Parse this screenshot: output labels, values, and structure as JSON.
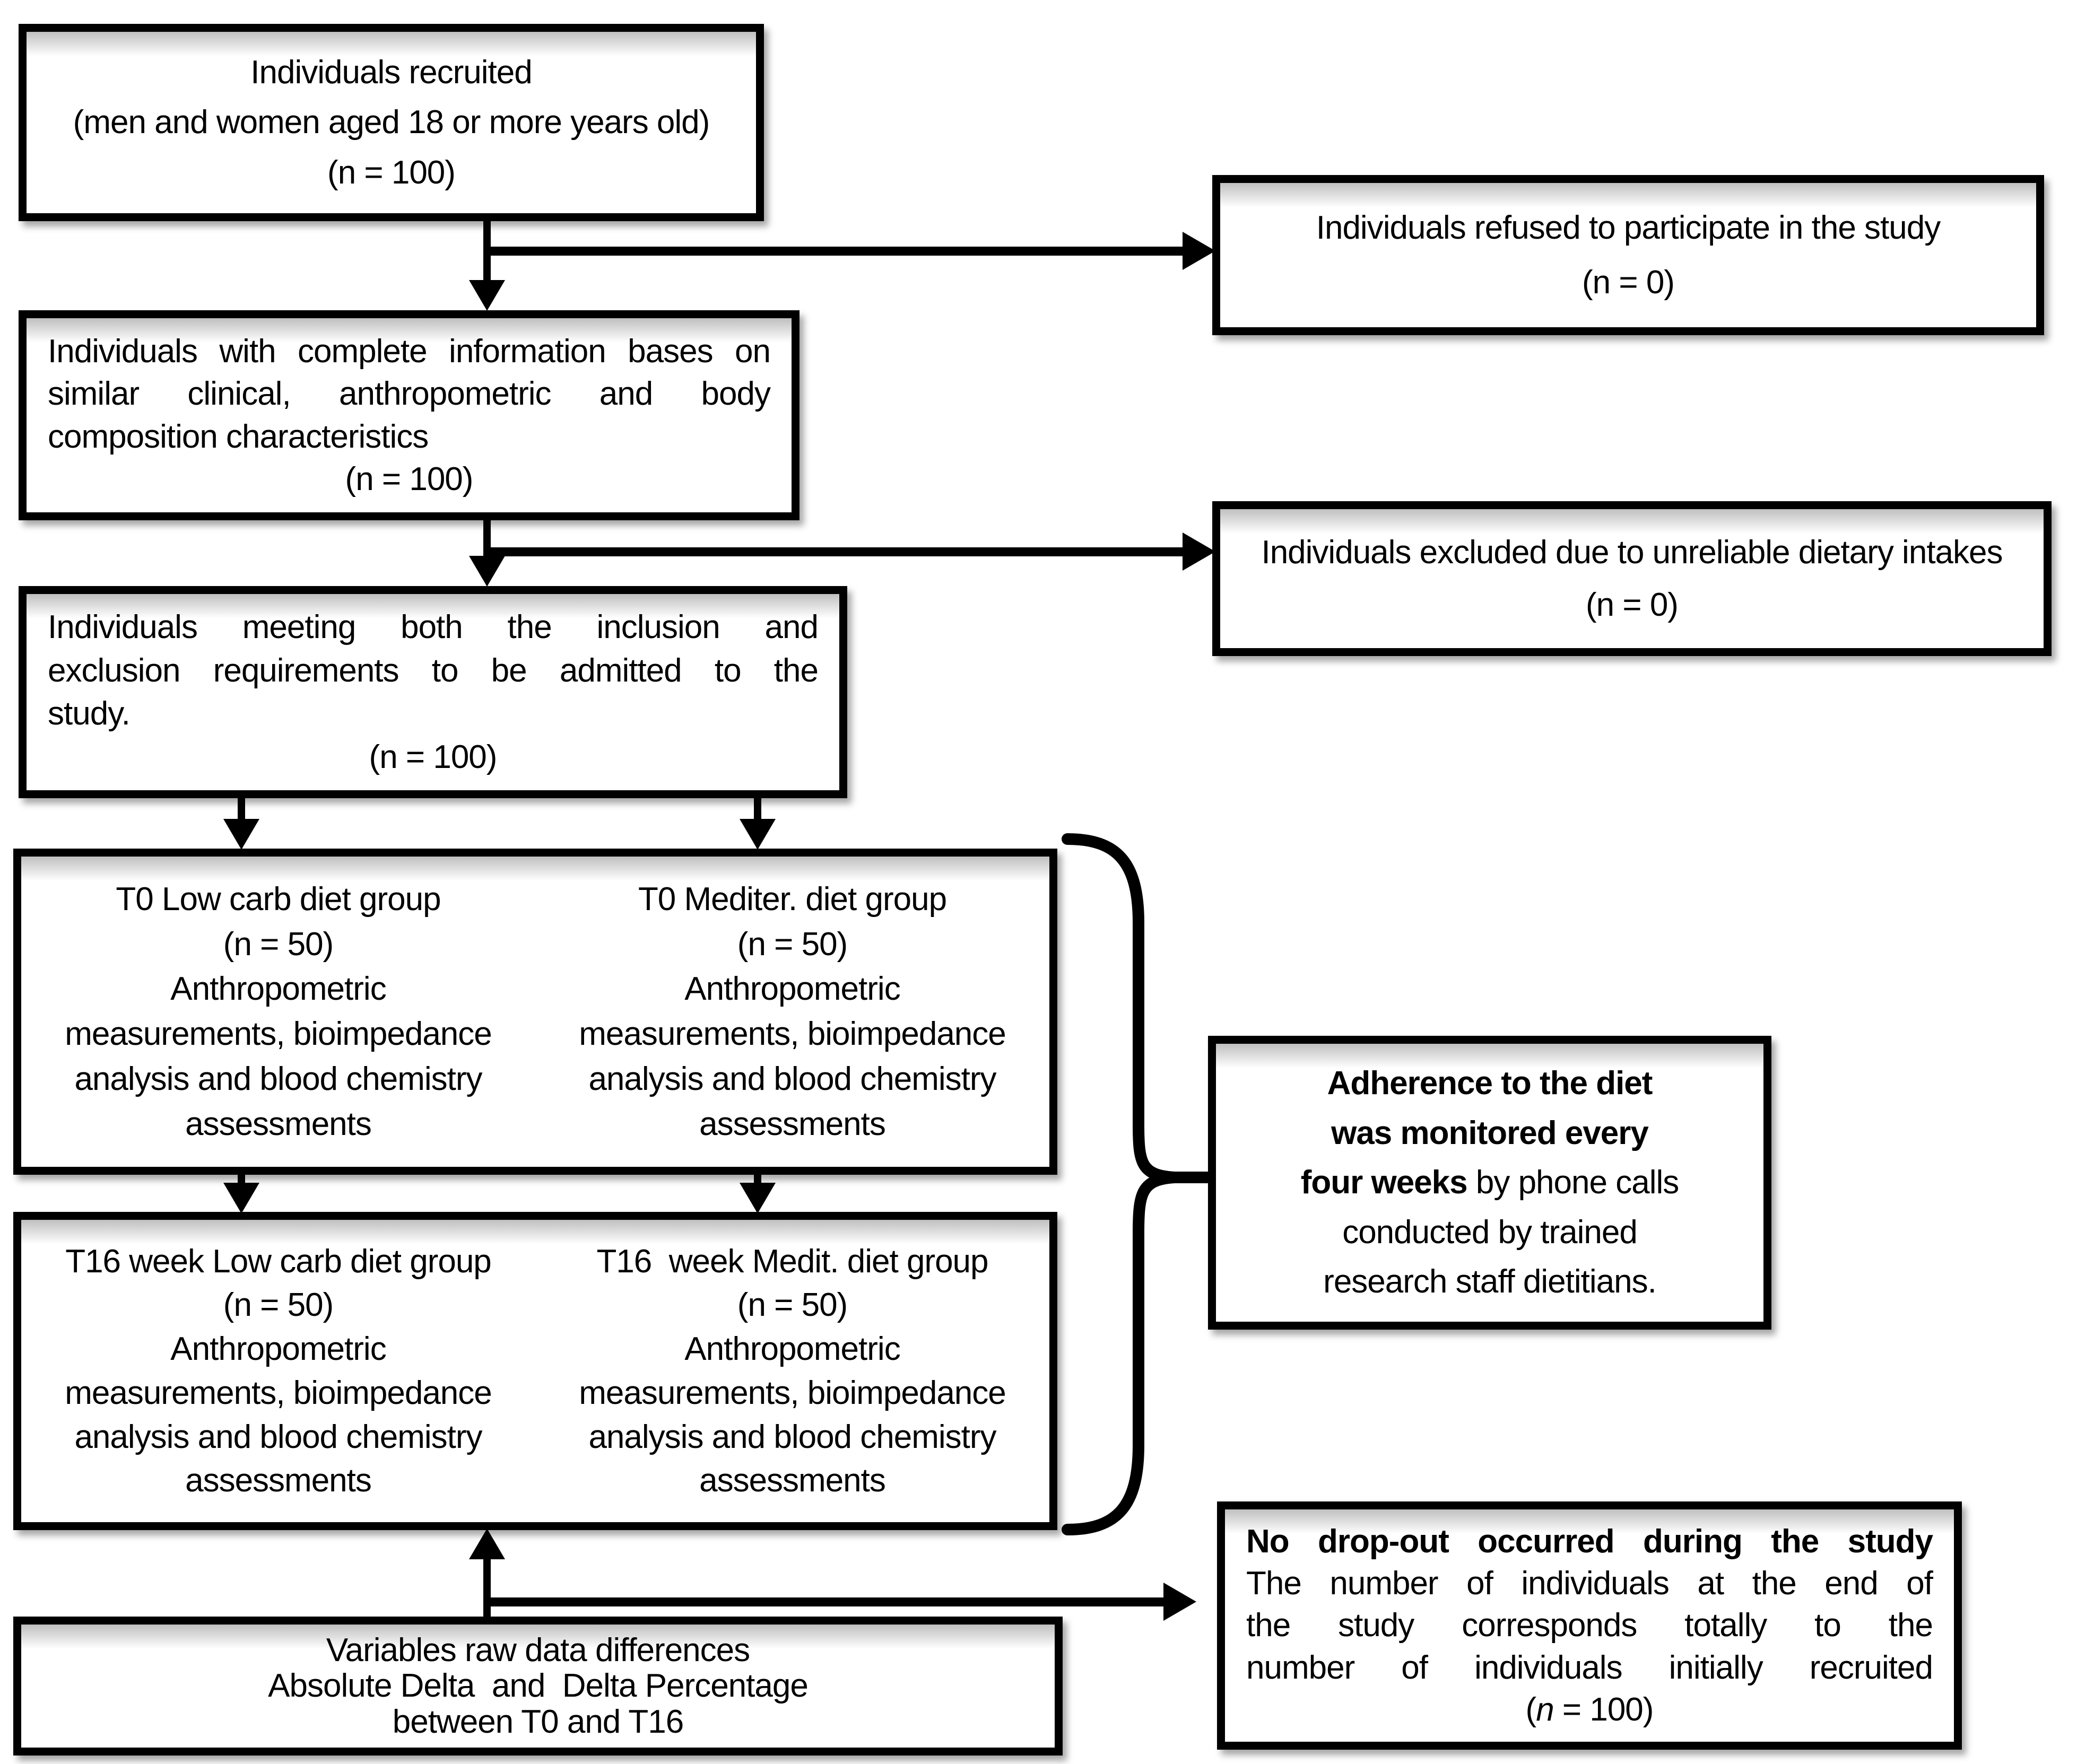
{
  "colors": {
    "ink": "#000000",
    "paper": "#ffffff"
  },
  "boxes": {
    "recruited": {
      "l1": "Individuals recruited",
      "l2": "(men and women aged 18 or more years old)",
      "l3": "(n = 100)"
    },
    "refused": {
      "l1": "Individuals refused to participate in the study",
      "l2": "(n = 0)"
    },
    "complete_info": {
      "l1": "Individuals with complete information bases on",
      "l2": "similar clinical, anthropometric and body",
      "l3": "composition characteristics",
      "l4": "(n = 100)"
    },
    "excluded": {
      "l1": "Individuals excluded due to unreliable dietary intakes",
      "l2": "(n = 0)"
    },
    "meeting": {
      "l1": "Individuals meeting both the inclusion and",
      "l2": "exclusion requirements to be admitted to the",
      "l3": "study.",
      "l4": "(n = 100)"
    },
    "t0_low_carb": {
      "title": "T0 Low carb diet group",
      "n": "(n = 50)",
      "d1": "Anthropometric",
      "d2": "measurements, bioimpedance",
      "d3": "analysis and blood chemistry",
      "d4": "assessments"
    },
    "t0_mediter": {
      "title": "T0 Mediter. diet group",
      "n": "(n = 50)",
      "d1": "Anthropometric",
      "d2": "measurements, bioimpedance",
      "d3": "analysis and blood chemistry",
      "d4": "assessments"
    },
    "t16_low_carb": {
      "title": "T16 week Low carb diet group",
      "n": "(n = 50)",
      "d1": "Anthropometric",
      "d2": "measurements, bioimpedance",
      "d3": "analysis and blood chemistry",
      "d4": "assessments"
    },
    "t16_medit": {
      "title": "T16  week Medit. diet group",
      "n": "(n = 50)",
      "d1": "Anthropometric",
      "d2": "measurements, bioimpedance",
      "d3": "analysis and blood chemistry",
      "d4": "assessments"
    },
    "adherence": {
      "l1": "Adherence to the diet",
      "l2": "was monitored every",
      "l3_bold": "four weeks",
      "l3_rest": " by phone calls",
      "l4": "conducted by trained",
      "l5": "research staff dietitians."
    },
    "variables": {
      "l1": "Variables raw data differences",
      "l2": "Absolute Delta  and  Delta Percentage",
      "l3": "between T0 and T16"
    },
    "dropout": {
      "l1": "No drop-out occurred during the study",
      "l2": "The number of individuals at the end of",
      "l3": "the study corresponds totally to the",
      "l4": "number of individuals initially recruited",
      "n_open": "(",
      "n_italic": "n",
      "n_close": " = 100)"
    }
  }
}
